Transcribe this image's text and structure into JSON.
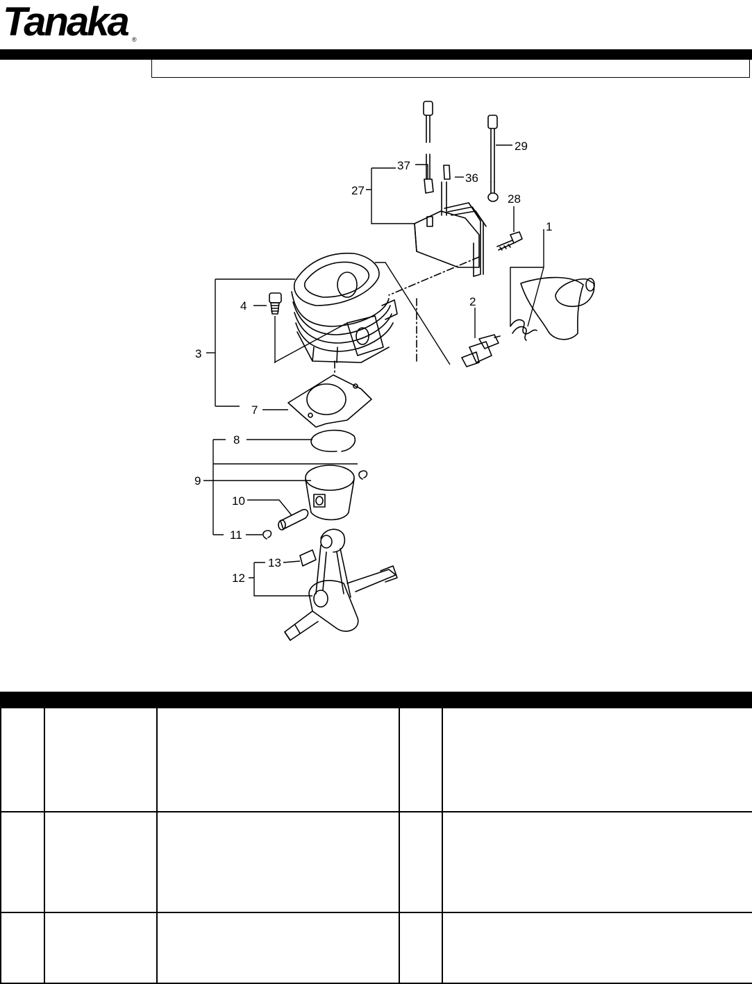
{
  "brand": {
    "logo_text": "Tanaka",
    "registered_mark": "®"
  },
  "diagram": {
    "callouts": [
      "1",
      "2",
      "3",
      "4",
      "7",
      "8",
      "9",
      "10",
      "11",
      "12",
      "13",
      "27",
      "28",
      "29",
      "36",
      "37"
    ]
  },
  "table": {
    "rows": 3,
    "columns": 5
  }
}
